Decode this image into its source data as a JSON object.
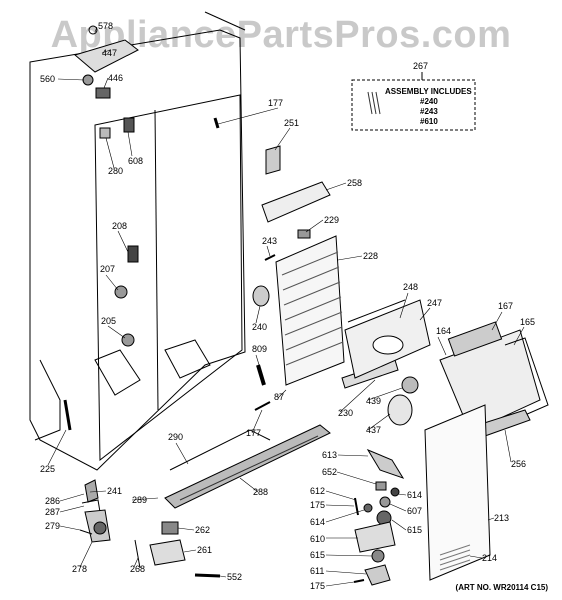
{
  "watermark": "AppliancePartsPros.com",
  "assembly_box": {
    "number": "267",
    "title": "ASSEMBLY INCLUDES",
    "items": [
      "#240",
      "#243",
      "#610"
    ]
  },
  "art_no": "(ART NO. WR20114 C15)",
  "labels": [
    "578",
    "447",
    "560",
    "446",
    "177",
    "251",
    "280",
    "608",
    "258",
    "229",
    "208",
    "243",
    "228",
    "207",
    "248",
    "247",
    "240",
    "167",
    "164",
    "165",
    "205",
    "809",
    "87",
    "439",
    "230",
    "177",
    "437",
    "290",
    "225",
    "613",
    "652",
    "241",
    "612",
    "614",
    "256",
    "286",
    "607",
    "287",
    "175",
    "289",
    "288",
    "279",
    "262",
    "614",
    "610",
    "615",
    "213",
    "615",
    "261",
    "611",
    "214",
    "278",
    "268",
    "552",
    "175"
  ]
}
